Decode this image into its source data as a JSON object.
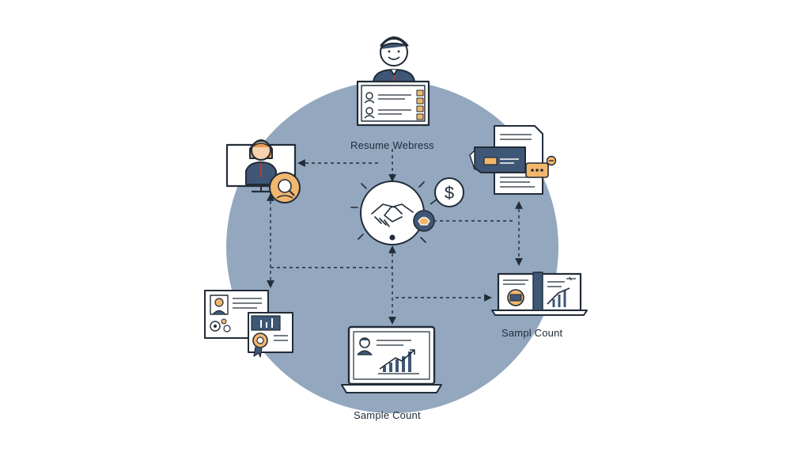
{
  "labels": {
    "top": "Resume  Webress",
    "right": "Sampl Count",
    "bottom": "Sample Count"
  },
  "center_symbol": "$",
  "colors": {
    "circle": "#93a7bf",
    "ink": "#222c38",
    "navy": "#3f5776",
    "accent": "#f2b66d",
    "white": "#ffffff"
  },
  "icons": {
    "top": "recruiter-at-monitor-icon",
    "left_upper": "candidate-video-call-icon",
    "left_lower": "certificate-documents-icon",
    "center": "handshake-icon",
    "right_upper": "contract-documents-icon",
    "right_lower": "analytics-laptop-icon",
    "bottom": "analytics-laptop-icon"
  }
}
